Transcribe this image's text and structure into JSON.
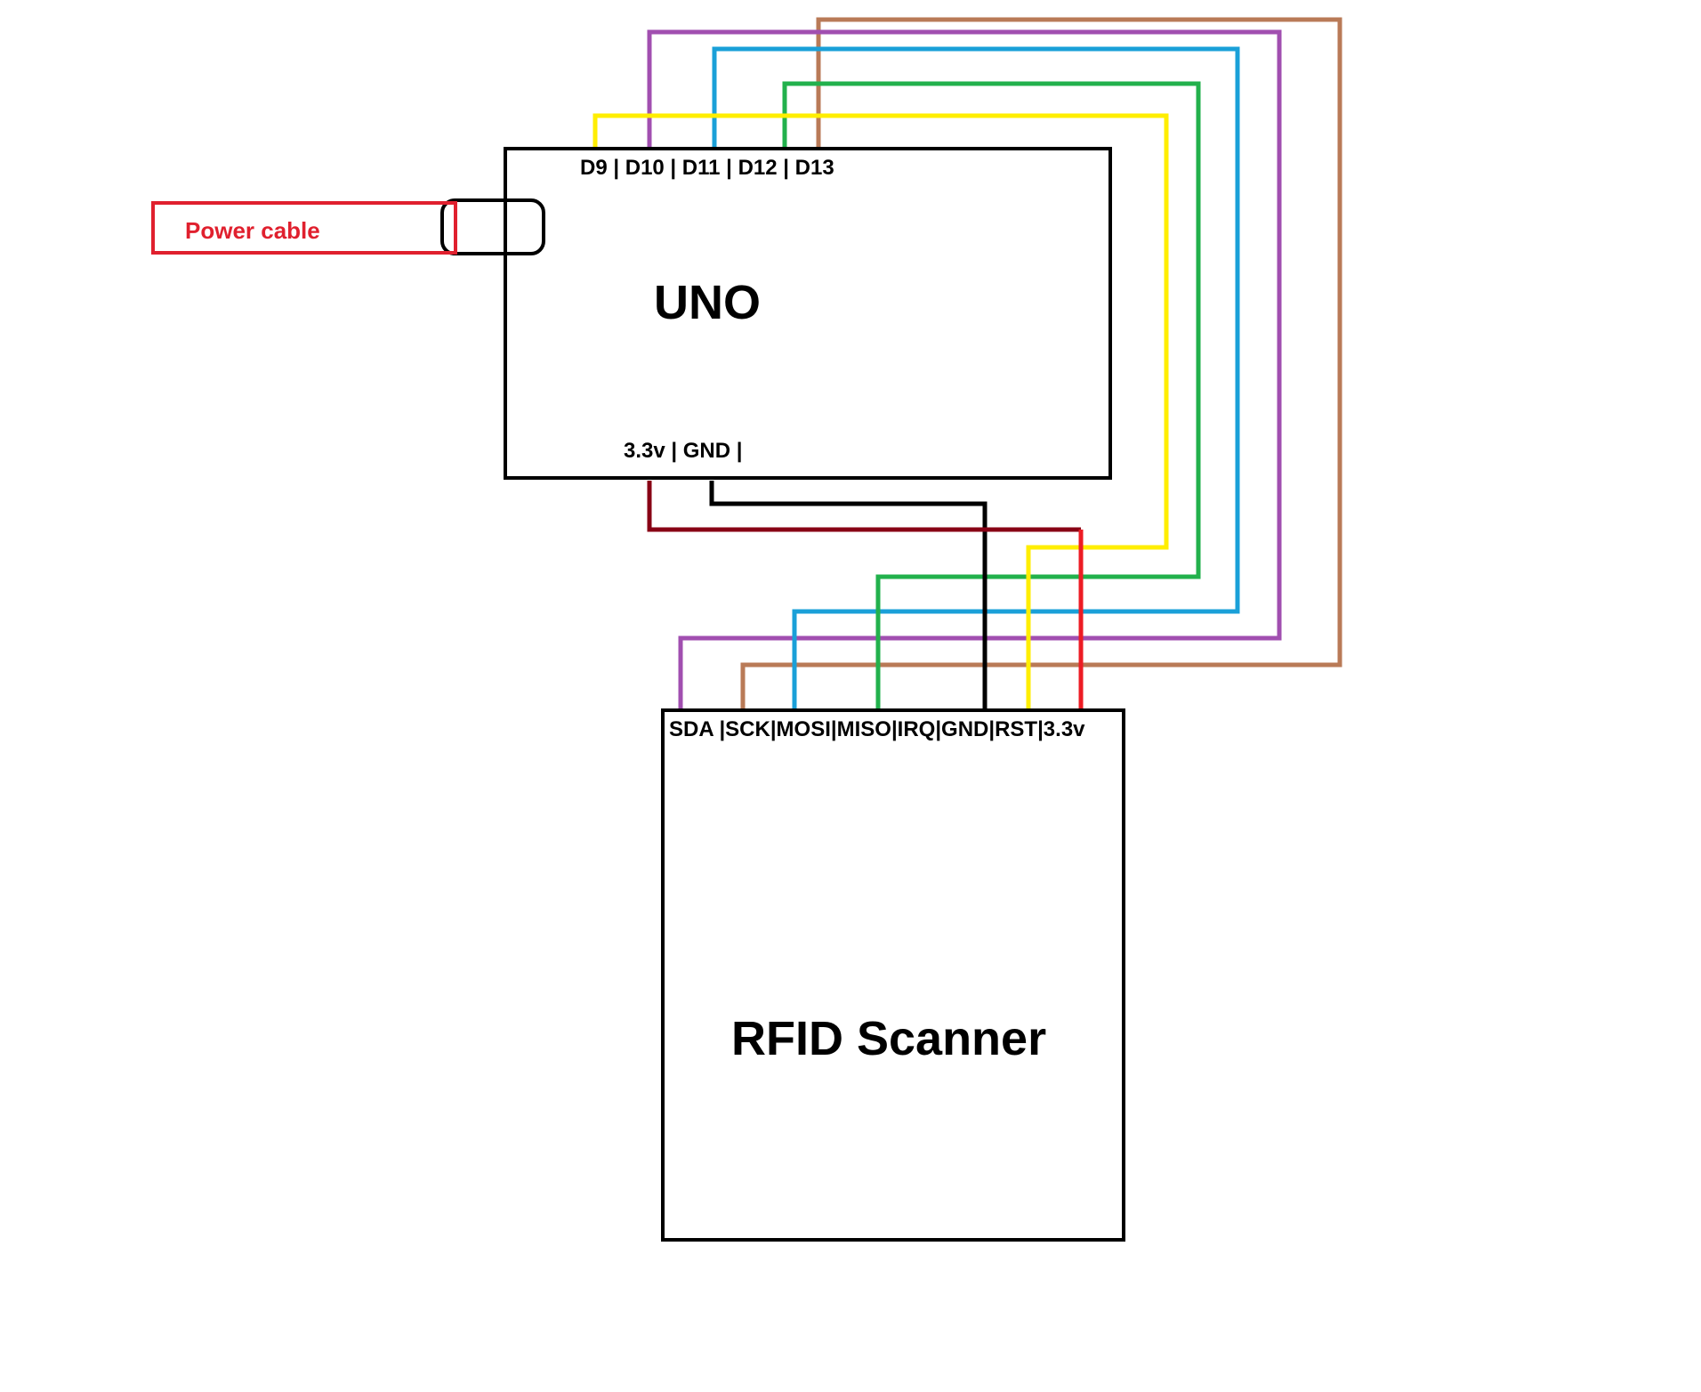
{
  "colors": {
    "yellow": "#ffee00",
    "purple": "#a14fb0",
    "blue": "#1aa0d8",
    "green": "#22b14c",
    "brown": "#b97a57",
    "dark_red": "#880015",
    "red": "#ed1c24",
    "black": "#000000",
    "power_red": "#e0202e"
  },
  "uno": {
    "title": "UNO",
    "top_pins": "D9 | D10 | D11 | D12 | D13",
    "bottom_pins": "3.3v | GND |"
  },
  "power_cable": {
    "label": "Power cable"
  },
  "rfid": {
    "title": "RFID Scanner",
    "pins": "SDA |SCK|MOSI|MISO|IRQ|GND|RST|3.3v"
  },
  "wires": [
    {
      "from": "D9",
      "to": "RST",
      "color": "yellow"
    },
    {
      "from": "D10",
      "to": "SDA",
      "color": "purple"
    },
    {
      "from": "D11",
      "to": "MOSI",
      "color": "blue"
    },
    {
      "from": "D12",
      "to": "MISO",
      "color": "green"
    },
    {
      "from": "D13",
      "to": "SCK",
      "color": "brown"
    },
    {
      "from": "3.3v",
      "to": "3.3v",
      "color": "dark_red"
    },
    {
      "from": "GND",
      "to": "GND",
      "color": "black"
    }
  ]
}
